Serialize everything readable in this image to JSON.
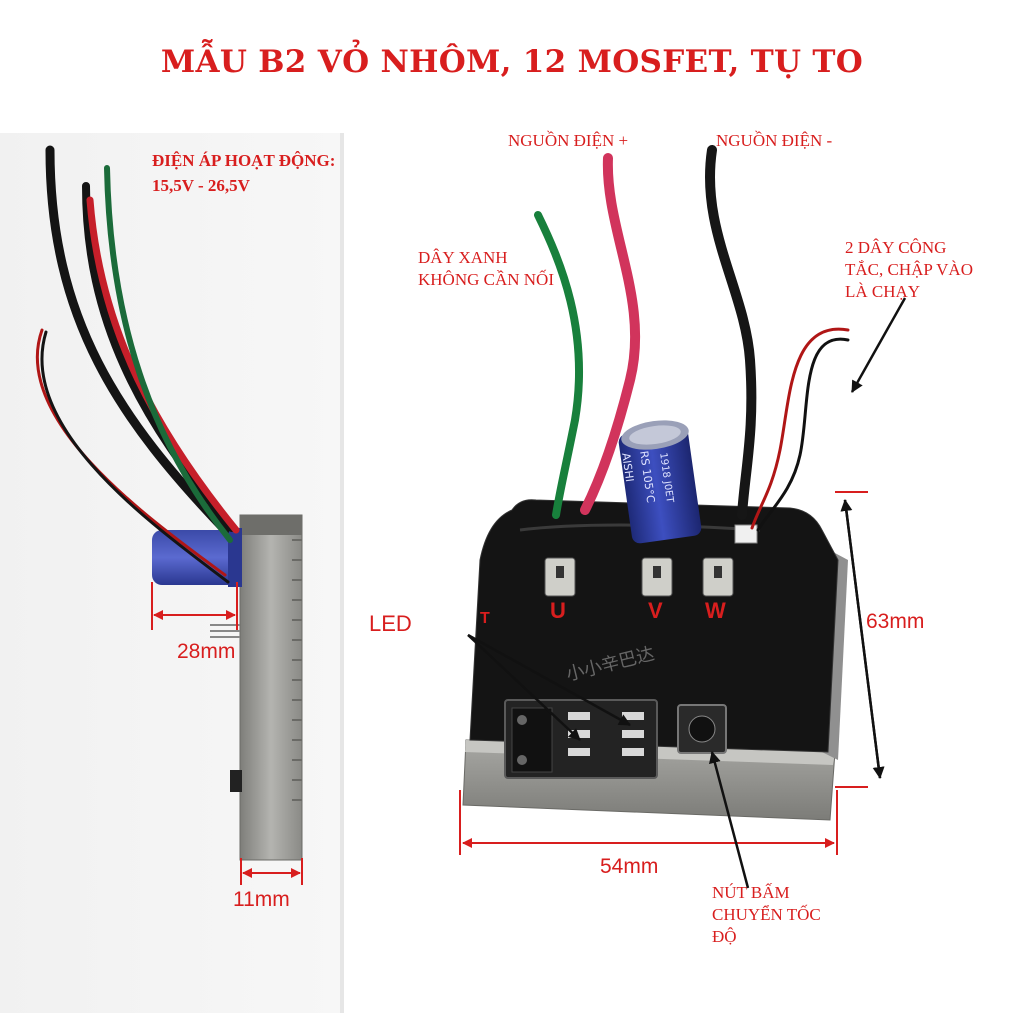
{
  "title": "MẪU B2 VỎ NHÔM, 12 MOSFET, TỤ TO",
  "labels": {
    "voltage_title": "ĐIỆN ÁP HOẠT ĐỘNG:",
    "voltage_range": "15,5V - 26,5V",
    "power_plus": "NGUỒN ĐIỆN +",
    "power_minus": "NGUỒN ĐIỆN -",
    "green_wire_1": "DÂY XANH",
    "green_wire_2": "KHÔNG CẦN NỐI",
    "switch_1": "2 DÂY CÔNG",
    "switch_2": "TẮC, CHẬP VÀO",
    "switch_3": "LÀ CHẠY",
    "led": "LED",
    "button_1": "NÚT BẤM",
    "button_2": "CHUYỂN TỐC",
    "button_3": "ĐỘ"
  },
  "terminals": {
    "u": "U",
    "v": "V",
    "w": "W",
    "t": "T"
  },
  "dimensions": {
    "depth": "28mm",
    "thickness": "11mm",
    "height": "63mm",
    "width": "54mm"
  },
  "capacitor": {
    "brand": "AISHI",
    "rating": "RS 105°C",
    "code": "1918 J0ET"
  },
  "watermark": "小小辛巴达",
  "colors": {
    "accent": "#d81e1e",
    "case": "#9c9c98",
    "potting": "#141414",
    "cap": "#2e3d9c"
  }
}
